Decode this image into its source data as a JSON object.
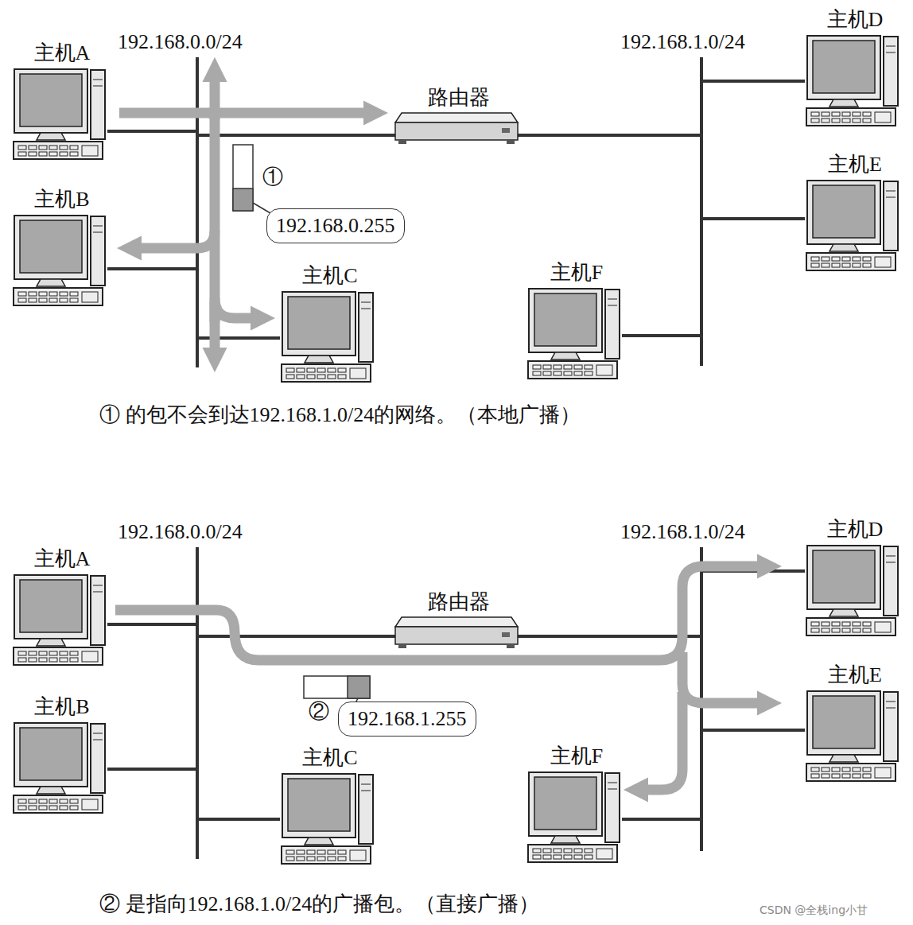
{
  "diagram": {
    "nodes": [
      {
        "text": [
          "主机A"
        ]
      },
      {
        "text": [
          "主机D"
        ]
      },
      {
        "text": [
          "路由器"
        ]
      },
      {
        "text": [
          "主机E"
        ]
      },
      {
        "text": [
          "主机B"
        ]
      },
      {
        "text": [
          "192.168.0.255"
        ]
      },
      {
        "text": [
          "主机C"
        ]
      },
      {
        "text": [
          "主机F"
        ]
      },
      {
        "text": [
          "主机A"
        ]
      },
      {
        "text": [
          "主机D"
        ]
      },
      {
        "text": [
          "路由器"
        ]
      },
      {
        "text": [
          "主机E"
        ]
      },
      {
        "text": [
          "主机B"
        ]
      },
      {
        "text": [
          "主机C"
        ]
      },
      {
        "text": [
          "主机F"
        ]
      },
      {
        "text": [
          "192.168.1.255"
        ]
      }
    ],
    "labels": [
      "192.168.0.0/24",
      "192.168.1.0/24",
      "①",
      "① 的包不会到达192.168.1.0/24的网络。（本地广播）",
      "192.168.0.0/24",
      "192.168.1.0/24",
      "②",
      "② 是指向192.168.1.0/24的广播包。（直接广播）",
      "CSDN @全栈ing小甘"
    ]
  }
}
